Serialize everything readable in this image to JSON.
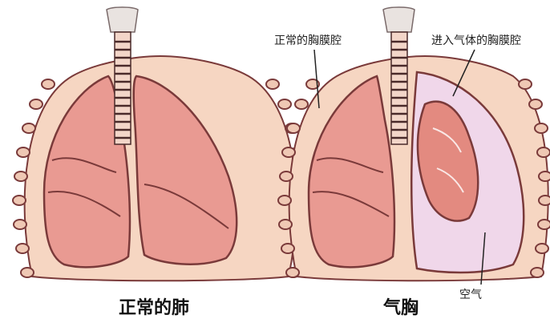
{
  "panels": {
    "left": {
      "caption": "正常的肺"
    },
    "right": {
      "caption": "气胸"
    }
  },
  "labels": {
    "normal_pleural_cavity": "正常的胸膜腔",
    "air_in_pleural_cavity": "进入气体的胸膜腔",
    "air": "空气"
  },
  "colors": {
    "lung_fill": "#e99a92",
    "lung_outline": "#7a3a3a",
    "chest_fill": "#f6d6c2",
    "rib_fill": "#f1cdbb",
    "air_fill": "#f0d7ea",
    "trachea_ring": "#4a2a2a"
  }
}
